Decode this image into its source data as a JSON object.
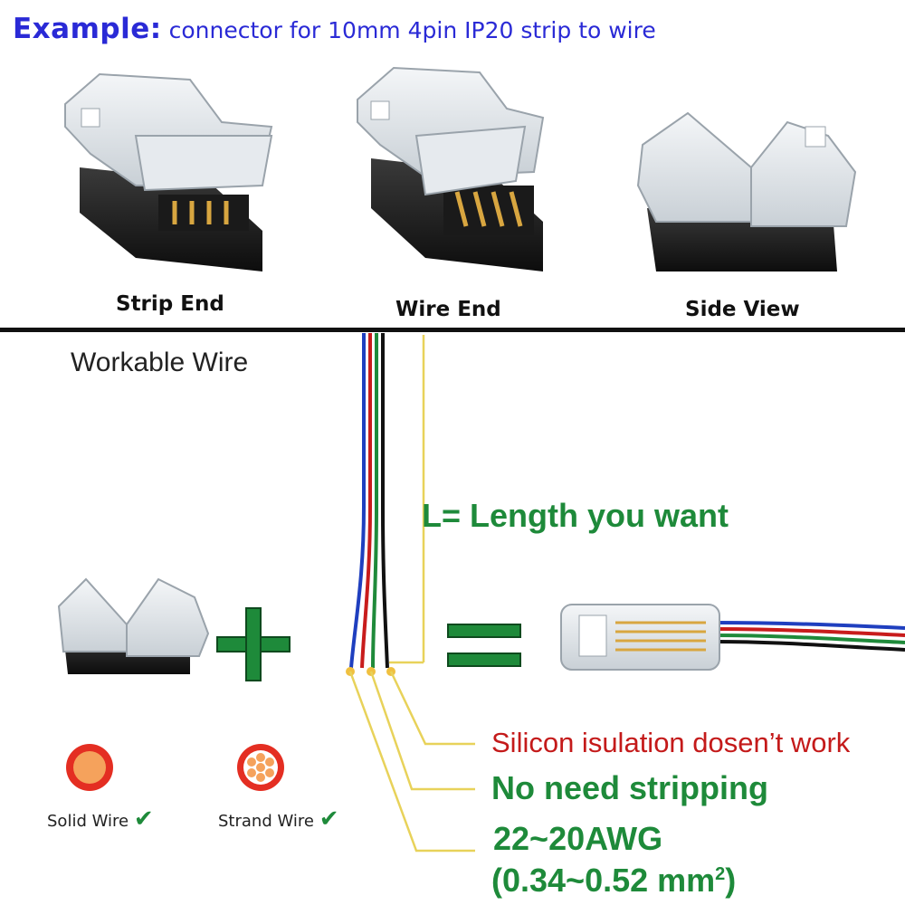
{
  "header": {
    "title_strong": "Example:",
    "title_rest": "connector for 10mm 4pin IP20 strip to wire"
  },
  "views": [
    {
      "label": "Strip End"
    },
    {
      "label": "Wire End"
    },
    {
      "label": "Side View"
    }
  ],
  "workable": {
    "title": "Workable Wire",
    "length_note": "L= Length you want",
    "silicon_note": "Silicon isulation dosen’t work",
    "stripping_note": "No need stripping",
    "awg": "22~20AWG",
    "mm2": "(0.34~0.52 mm",
    "mm2_sup": "2",
    "mm2_close": ")",
    "solid_label": "Solid Wire",
    "strand_label": "Strand Wire",
    "check": "✔"
  },
  "colors": {
    "title_blue": "#2a2ad6",
    "note_green": "#1e8a3a",
    "note_red": "#c41a1a",
    "leader_yellow": "#e8d25a",
    "wire_colors": [
      "#1f3fbf",
      "#c81c1c",
      "#1f8a3a",
      "#111111"
    ]
  },
  "icons": [
    "plus-icon",
    "equals-icon",
    "check-icon",
    "solid-wire-icon",
    "strand-wire-icon"
  ]
}
